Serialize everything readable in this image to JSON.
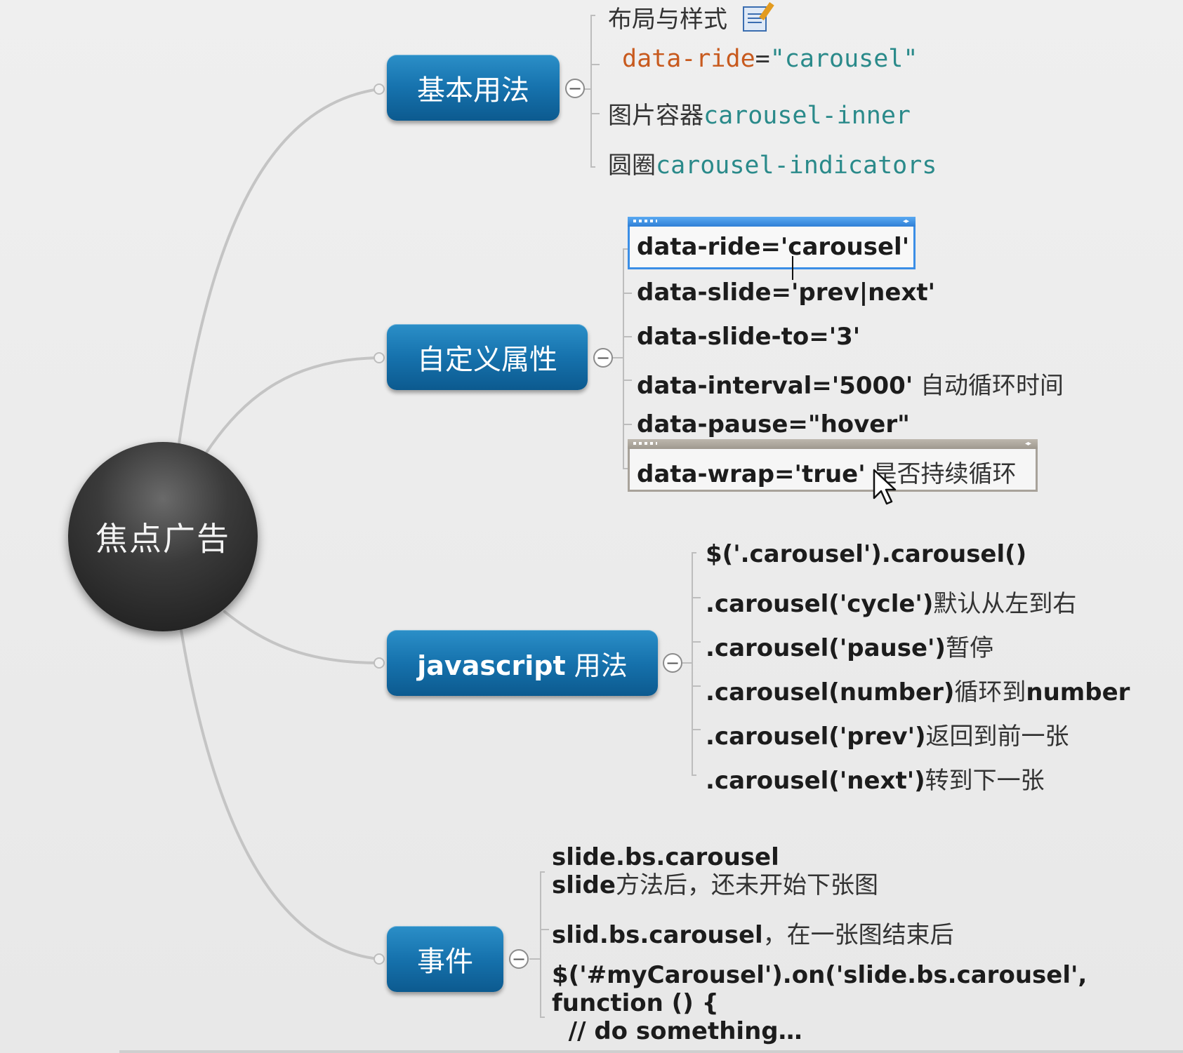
{
  "root": {
    "label": "焦点广告"
  },
  "branches": {
    "basic": {
      "label": "基本用法",
      "items": {
        "layout": "布局与样式",
        "ride_attr": "data-ride",
        "ride_eq": "=",
        "ride_val": "\"carousel\"",
        "inner_zh": "图片容器",
        "inner_class": "carousel-inner",
        "ind_zh": "圆圈",
        "ind_class": "carousel-indicators"
      }
    },
    "custom": {
      "label": "自定义属性",
      "items": {
        "ride_a": "data-ride='c",
        "ride_b": "arousel'",
        "slide": "data-slide='prev|next'",
        "slide_to": "data-slide-to='3'",
        "interval_code": "data-interval='5000'",
        "interval_zh": " 自动循环时间",
        "pause": "data-pause=\"hover\"",
        "wrap_code": "data-wrap='true'",
        "wrap_zh": " 是否持续循环"
      }
    },
    "js": {
      "label_code": "javascript",
      "label_zh": " 用法",
      "items": {
        "init": "$('.carousel').carousel()",
        "cycle_code": ".carousel('cycle')",
        "cycle_zh": "默认从左到右",
        "pause_code": ".carousel('pause')",
        "pause_zh": "暂停",
        "number_code": ".carousel(number)",
        "number_zh": "循环到",
        "number_tail": "number",
        "prev_code": ".carousel('prev')",
        "prev_zh": "返回到前一张",
        "next_code": ".carousel('next')",
        "next_zh": "转到下一张"
      }
    },
    "events": {
      "label": "事件",
      "items": {
        "slide_line1": "slide.bs.carousel",
        "slide_line2_code": "slide",
        "slide_line2_zh": "方法后，还未开始下张图",
        "slid_code": "slid.bs.carousel",
        "slid_zh": "，在一张图结束后",
        "example_line1": "$('#myCarousel').on('slide.bs.carousel',",
        "example_line2": "function () {",
        "example_line3": "  // do something…"
      }
    }
  },
  "icons": {
    "collapse": "−",
    "note": "note-edit-icon",
    "resize": "◂▸"
  },
  "colors": {
    "branch": "#1672ad",
    "connector": "#bfbfbf",
    "code_orange": "#c85a1e",
    "code_teal": "#2a8a8a",
    "selection_blue": "#3b8ee6"
  }
}
